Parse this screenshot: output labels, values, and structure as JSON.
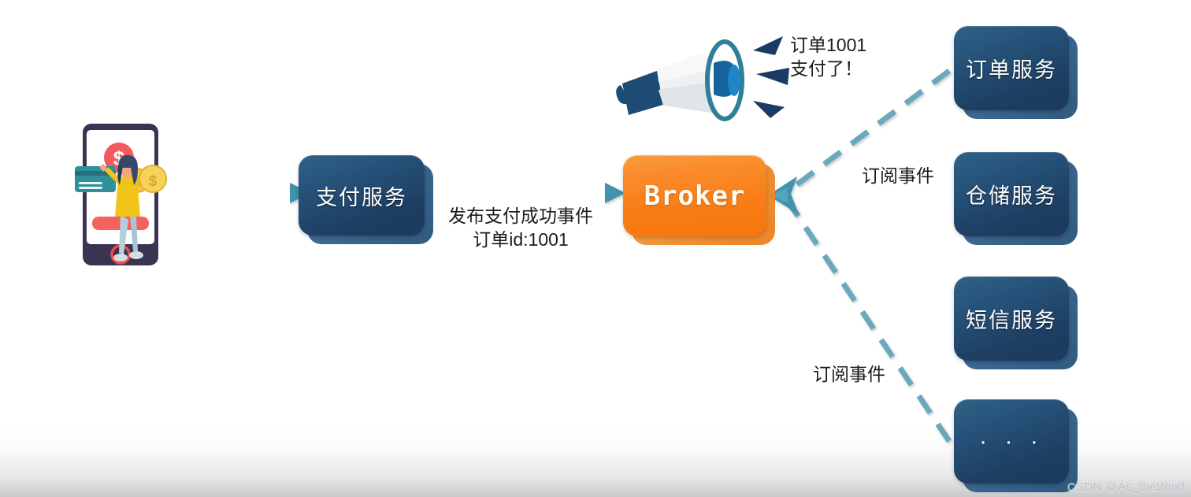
{
  "diagram": {
    "title": "Event-driven Broker publish/subscribe diagram",
    "background_color": "#ffffff",
    "accent_line_color": "#4a9cb5",
    "node_blue": "#1e3f63",
    "node_orange": "#f97d16"
  },
  "nodes": {
    "payment_service": {
      "label": "支付服务"
    },
    "broker": {
      "label": "Broker"
    },
    "order_service": {
      "label": "订单服务"
    },
    "warehouse_service": {
      "label": "仓储服务"
    },
    "sms_service": {
      "label": "短信服务"
    },
    "more_service": {
      "label": "· · ·"
    }
  },
  "labels": {
    "publish_event": "发布支付成功事件\n订单id:1001",
    "megaphone_bubble": "订单1001\n支付了！",
    "subscribe_event_top": "订阅事件",
    "subscribe_event_bottom": "订阅事件"
  },
  "watermark": {
    "text": "CSDN @As_theWind"
  },
  "icons": {
    "phone_payment": "phone-payment-illustration",
    "megaphone": "megaphone-icon",
    "coins": "gold-coins-icon",
    "credit_card": "credit-card-icon",
    "dollar_badge": "dollar-circle-icon"
  }
}
